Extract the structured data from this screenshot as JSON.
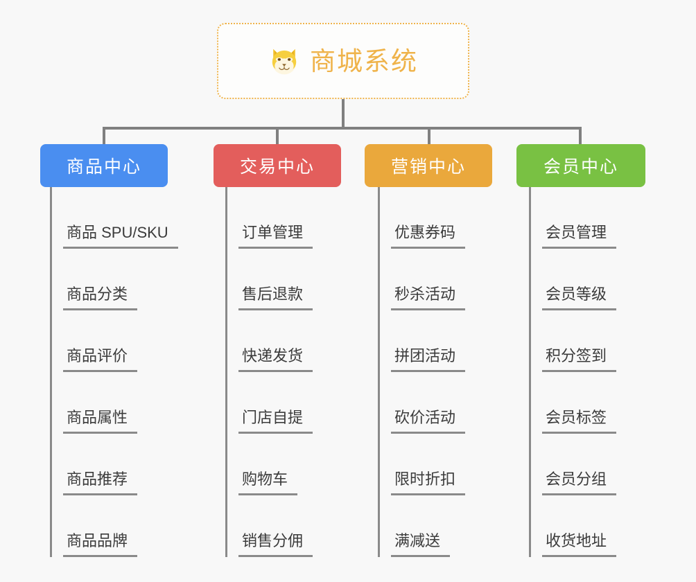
{
  "background_color": "#f8f8f8",
  "root": {
    "title": "商城系统",
    "icon": "shiba-dog-face-icon",
    "text_color": "#efb34a",
    "border_color": "#efb34a",
    "fill_color": "#fdfdfc"
  },
  "connector_color": "#808080",
  "branches": [
    {
      "label": "商品中心",
      "color": "#4a8ef0",
      "items": [
        "商品 SPU/SKU",
        "商品分类",
        "商品评价",
        "商品属性",
        "商品推荐",
        "商品品牌"
      ]
    },
    {
      "label": "交易中心",
      "color": "#e35e5c",
      "items": [
        "订单管理",
        "售后退款",
        "快递发货",
        "门店自提",
        "购物车",
        "销售分佣"
      ]
    },
    {
      "label": "营销中心",
      "color": "#eaa83c",
      "items": [
        "优惠券码",
        "秒杀活动",
        "拼团活动",
        "砍价活动",
        "限时折扣",
        "满减送"
      ]
    },
    {
      "label": "会员中心",
      "color": "#79c143",
      "items": [
        "会员管理",
        "会员等级",
        "积分签到",
        "会员标签",
        "会员分组",
        "收货地址"
      ]
    }
  ]
}
